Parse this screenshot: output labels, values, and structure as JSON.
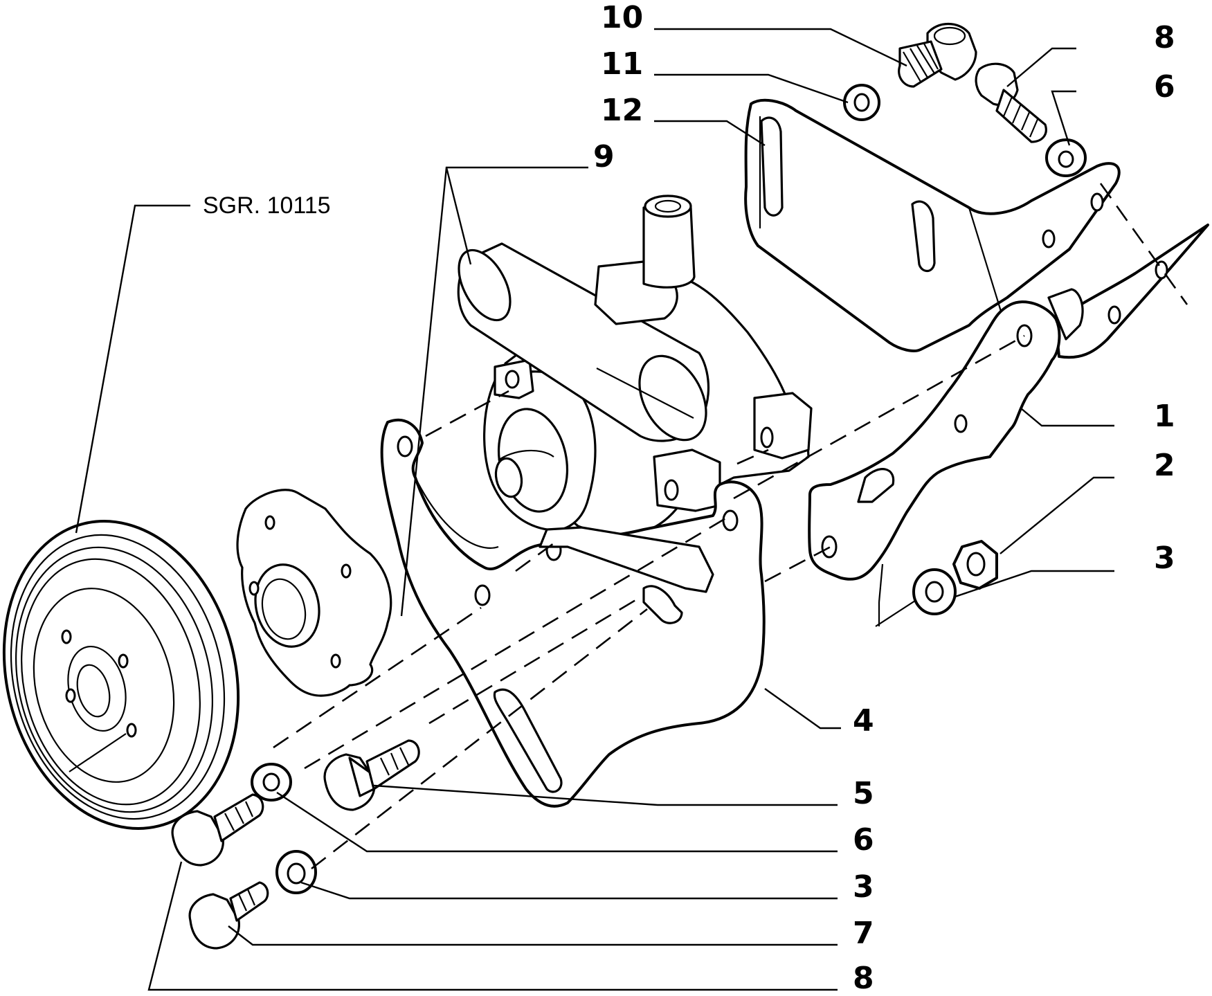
{
  "reference": {
    "text": "SGR. 10115"
  },
  "callouts": [
    {
      "id": "c10",
      "label": "10"
    },
    {
      "id": "c11",
      "label": "11"
    },
    {
      "id": "c12",
      "label": "12"
    },
    {
      "id": "c9",
      "label": "9"
    },
    {
      "id": "c8top",
      "label": "8"
    },
    {
      "id": "c6top",
      "label": "6"
    },
    {
      "id": "c1",
      "label": "1"
    },
    {
      "id": "c2",
      "label": "2"
    },
    {
      "id": "c3right",
      "label": "3"
    },
    {
      "id": "c4",
      "label": "4"
    },
    {
      "id": "c5",
      "label": "5"
    },
    {
      "id": "c6bottom",
      "label": "6"
    },
    {
      "id": "c3bottom",
      "label": "3"
    },
    {
      "id": "c7",
      "label": "7"
    },
    {
      "id": "c8bottom",
      "label": "8"
    }
  ]
}
